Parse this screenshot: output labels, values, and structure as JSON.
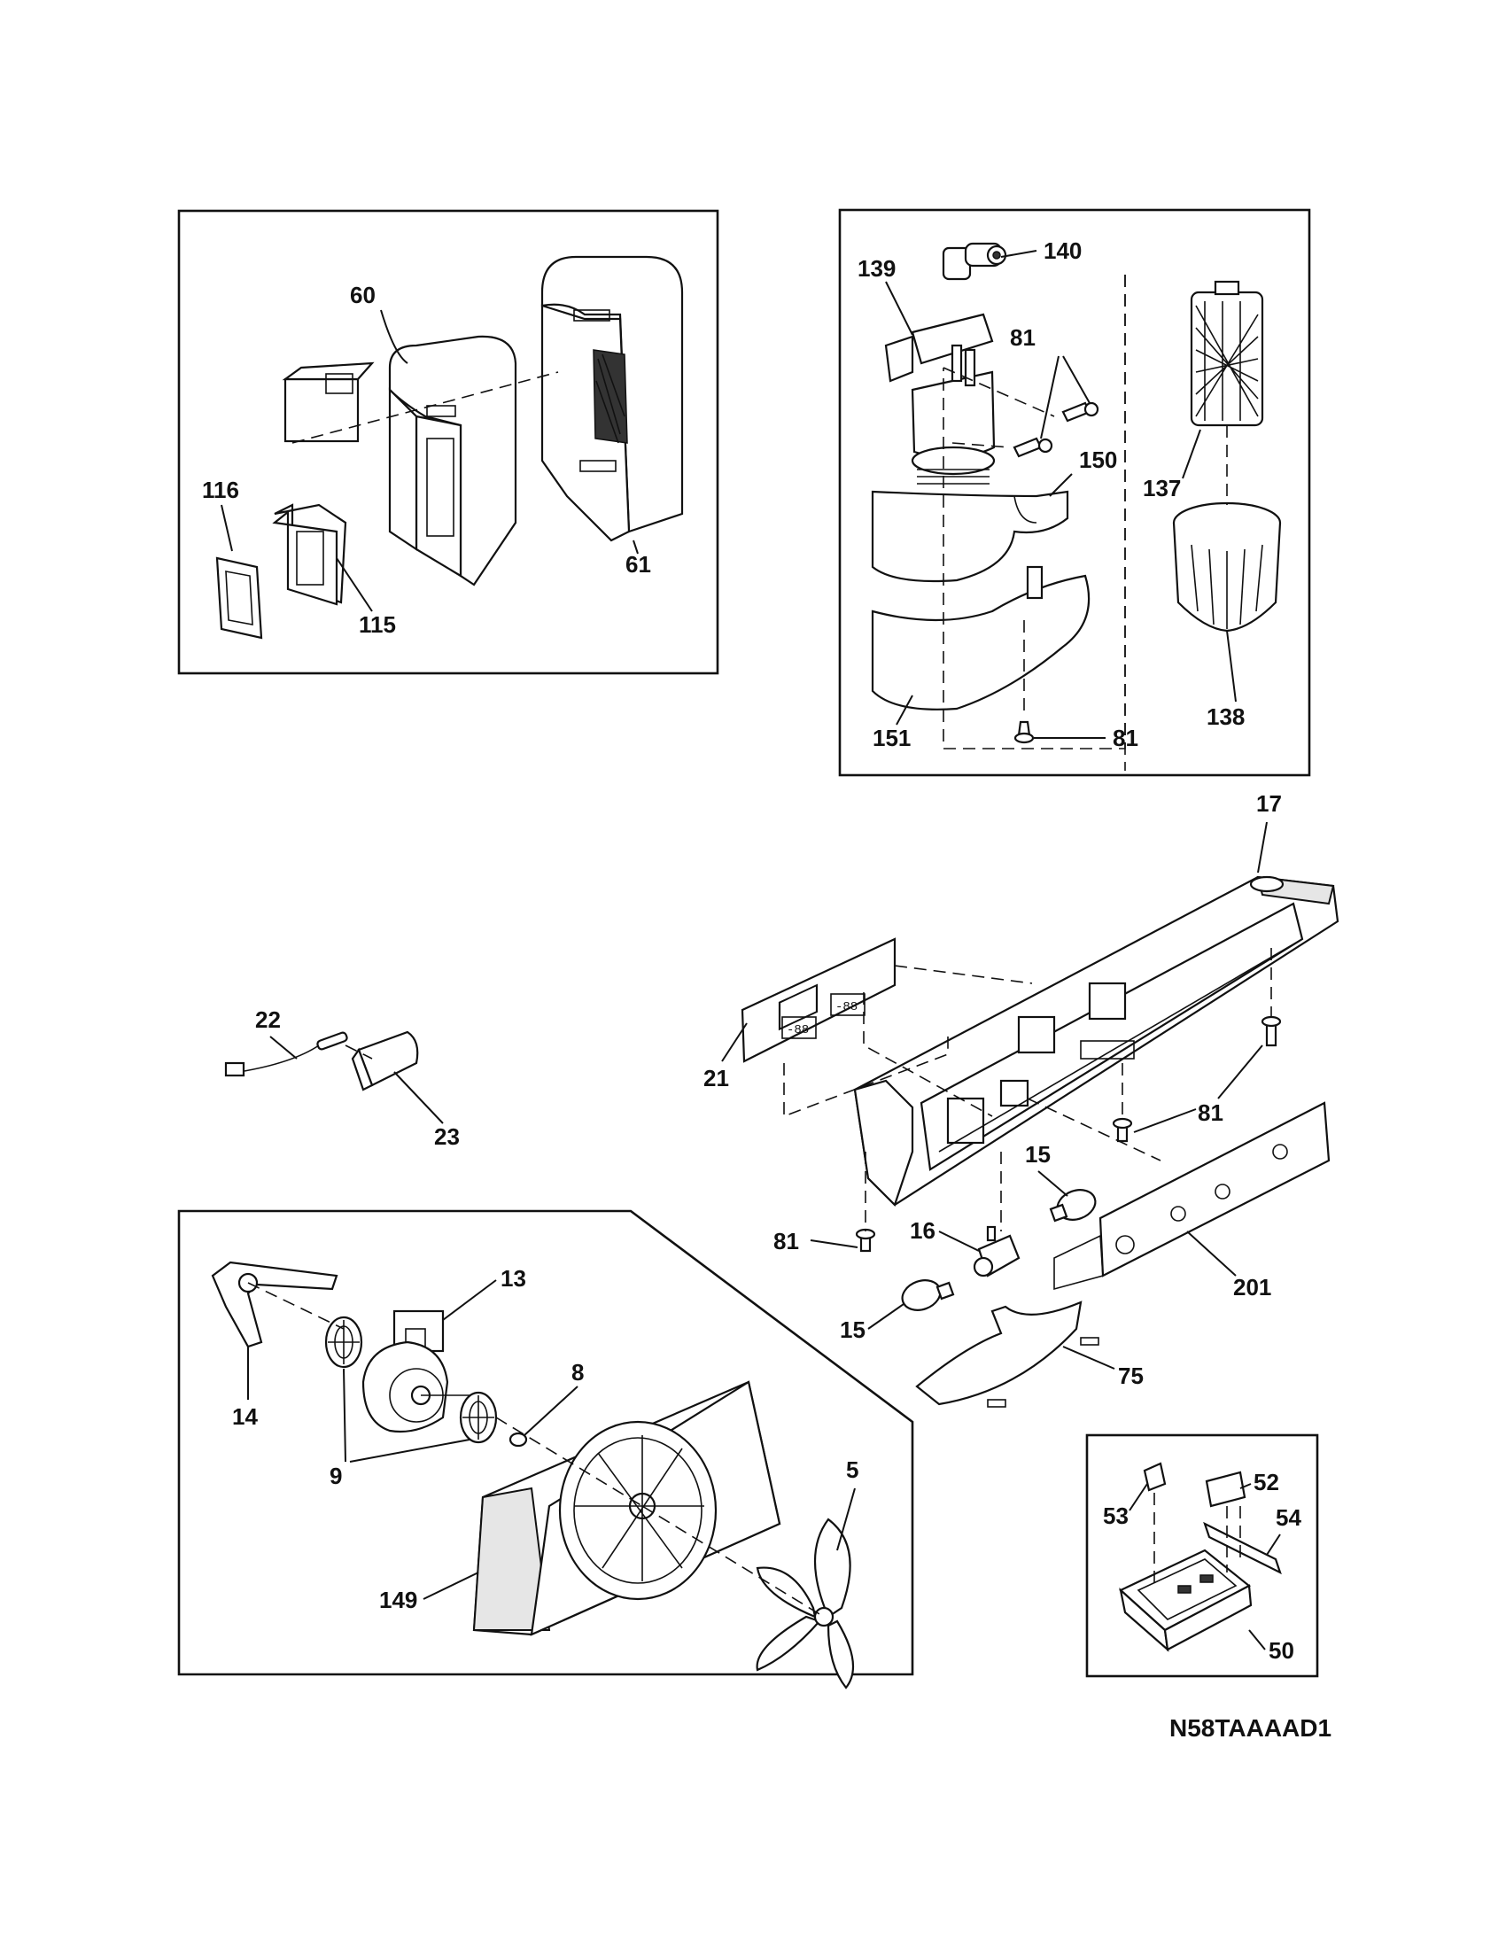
{
  "diagram_code": "N58TAAAAD1",
  "labels": {
    "p60": "60",
    "p61": "61",
    "p115": "115",
    "p116": "116",
    "p139": "139",
    "p140": "140",
    "p81a": "81",
    "p150": "150",
    "p137": "137",
    "p138": "138",
    "p151": "151",
    "p81b": "81",
    "p17": "17",
    "p21": "21",
    "p81c": "81",
    "p15a": "15",
    "p16": "16",
    "p81d": "81",
    "p15b": "15",
    "p201": "201",
    "p75": "75",
    "p22": "22",
    "p23": "23",
    "p13": "13",
    "p14": "14",
    "p8": "8",
    "p9": "9",
    "p5": "5",
    "p149": "149",
    "p52": "52",
    "p53": "53",
    "p54": "54",
    "p50": "50"
  }
}
